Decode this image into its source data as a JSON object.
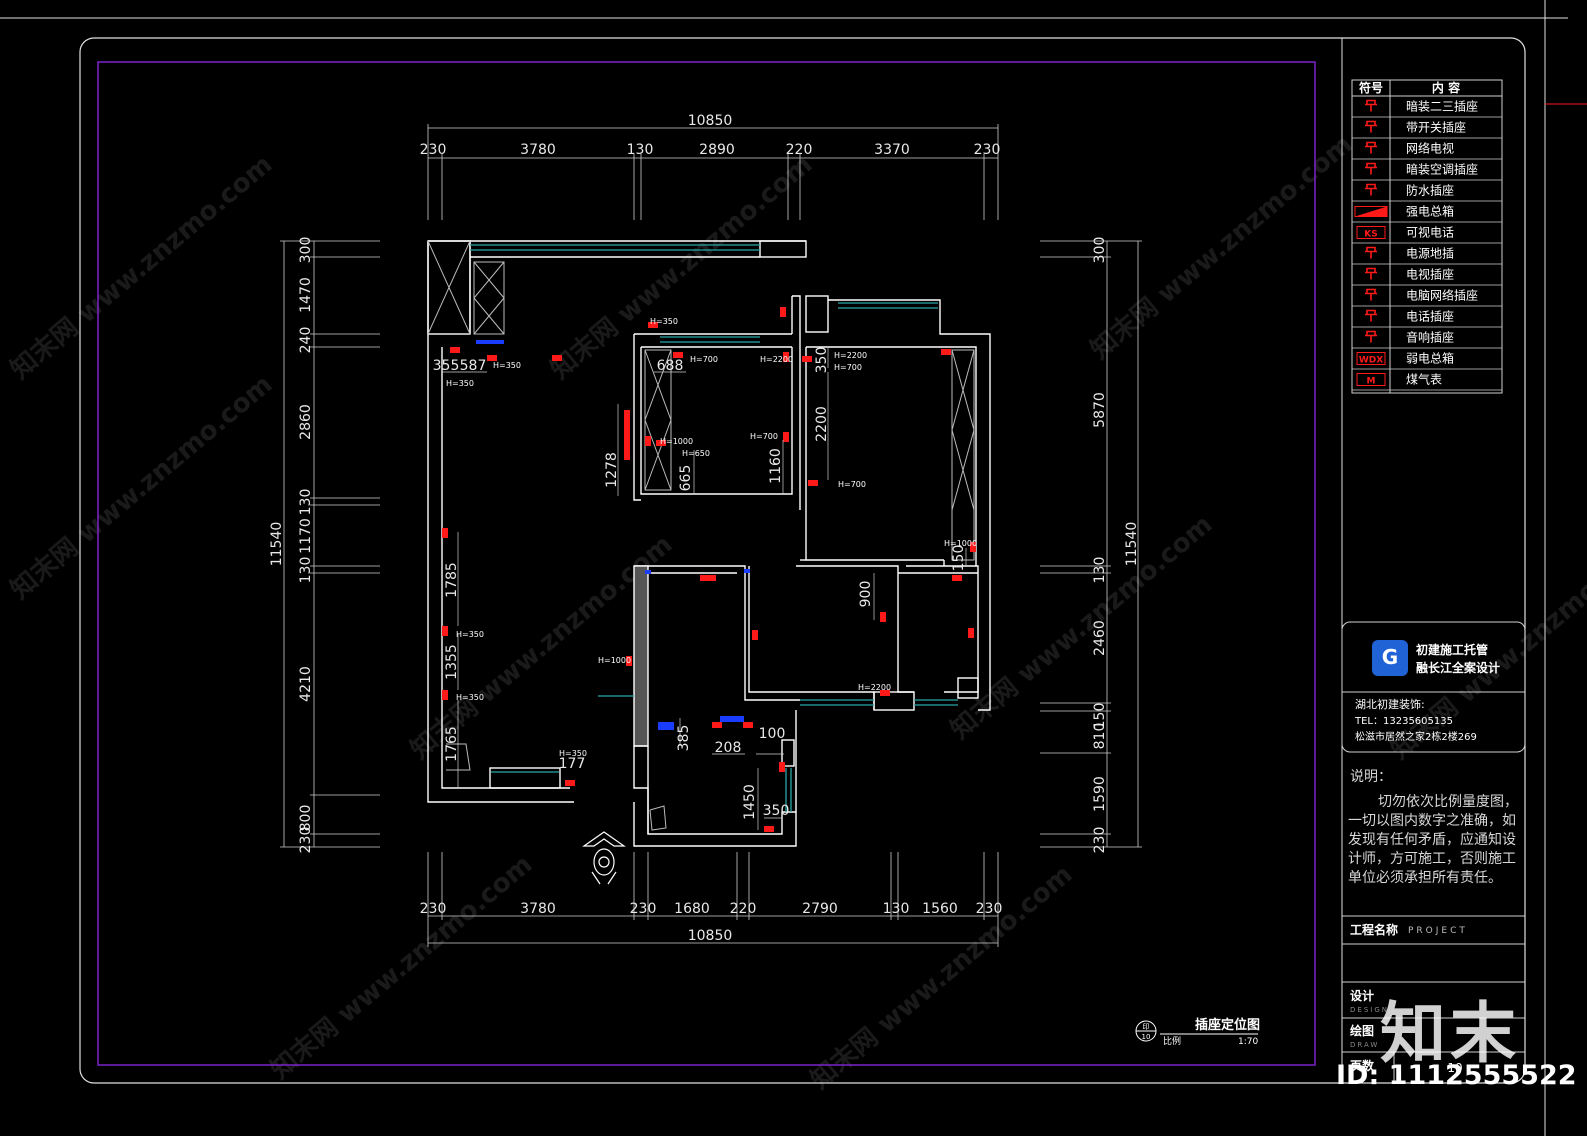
{
  "dims": {
    "top_total": "10850",
    "top_segments": [
      "230",
      "3780",
      "130",
      "2890",
      "220",
      "3370",
      "230"
    ],
    "bottom_total": "10850",
    "bottom_segments": [
      "230",
      "3780",
      "230",
      "1680",
      "220",
      "2790",
      "130",
      "1560",
      "230"
    ],
    "left_total": "11540",
    "left_segments": [
      "300",
      "1470",
      "240",
      "2860",
      "130",
      "1170",
      "130",
      "4210",
      "800",
      "230"
    ],
    "right_total": "11540",
    "right_segments": [
      "300",
      "5870",
      "130",
      "2460",
      "150",
      "810",
      "1590",
      "230"
    ]
  },
  "interior_dims": [
    "355",
    "587",
    "688",
    "1278",
    "665",
    "1160",
    "350",
    "2200",
    "900",
    "150",
    "1785",
    "1355",
    "1765",
    "177",
    "385",
    "208",
    "100",
    "1450",
    "350"
  ],
  "socket_marks": [
    "H=350",
    "H=350",
    "H=350",
    "H=700",
    "H=2200",
    "H=1000",
    "H=650",
    "H=700",
    "H=2200",
    "H=700",
    "H=700",
    "H=1000",
    "H=350",
    "H=1000",
    "H=350",
    "H=2200",
    "H=350"
  ],
  "legend": {
    "header_symbol": "符号",
    "header_content": "内 容",
    "items": [
      {
        "icon": "outlet-23-icon",
        "label": "暗装二三插座"
      },
      {
        "icon": "switched-outlet-icon",
        "label": "带开关插座"
      },
      {
        "icon": "network-tv-icon",
        "label": "网络电视"
      },
      {
        "icon": "ac-outlet-icon",
        "label": "暗装空调插座"
      },
      {
        "icon": "waterproof-outlet-icon",
        "label": "防水插座"
      },
      {
        "icon": "power-box-icon",
        "label": "强电总箱"
      },
      {
        "icon": "video-phone-icon",
        "label": "可视电话",
        "tag": "KS"
      },
      {
        "icon": "floor-outlet-icon",
        "label": "电源地插"
      },
      {
        "icon": "tv-outlet-icon",
        "label": "电视插座"
      },
      {
        "icon": "computer-outlet-icon",
        "label": "电脑网络插座"
      },
      {
        "icon": "phone-outlet-icon",
        "label": "电话插座"
      },
      {
        "icon": "audio-outlet-icon",
        "label": "音响插座"
      },
      {
        "icon": "weak-box-icon",
        "label": "弱电总箱",
        "tag": "WDX"
      },
      {
        "icon": "gas-meter-icon",
        "label": "煤气表",
        "tag": "M"
      }
    ]
  },
  "title_block": {
    "logo_line1": "初建施工托管",
    "logo_line2": "融长江全案设计",
    "company": "湖北初建装饰:",
    "tel": "TEL：13235605135",
    "address": "松滋市居然之家2栋2楼269",
    "note_title": "说明：",
    "note_lines": [
      "切勿依次比例量度图，",
      "一切以图内数字之准确，如",
      "发现有任何矛盾，应通知设",
      "计师，方可施工，否则施工",
      "单位必须承担所有责任。"
    ],
    "project_label": "工程名称",
    "project_en": "PROJECT",
    "design_label": "设计",
    "design_en": "DESIGN",
    "draw_label": "绘图",
    "draw_en": "DRAW",
    "page_label": "页数",
    "page_value": "10"
  },
  "drawing": {
    "title": "插座定位图",
    "scale_label": "比例",
    "scale": "1:70",
    "ref_top": "印",
    "ref_bottom": "10"
  },
  "watermark": {
    "text": "知末网 www.znzmo.com",
    "brand": "知末",
    "id": "ID: 1112555522"
  },
  "colors": {
    "background": "#000000",
    "frame": "#e0e0e0",
    "inner_frame": "#7a22c8",
    "wall": "#ffffff",
    "dimension": "#ffffff",
    "window": "#2aa6a6",
    "socket": "#ff1a1a",
    "accent": "#1a3cff"
  }
}
